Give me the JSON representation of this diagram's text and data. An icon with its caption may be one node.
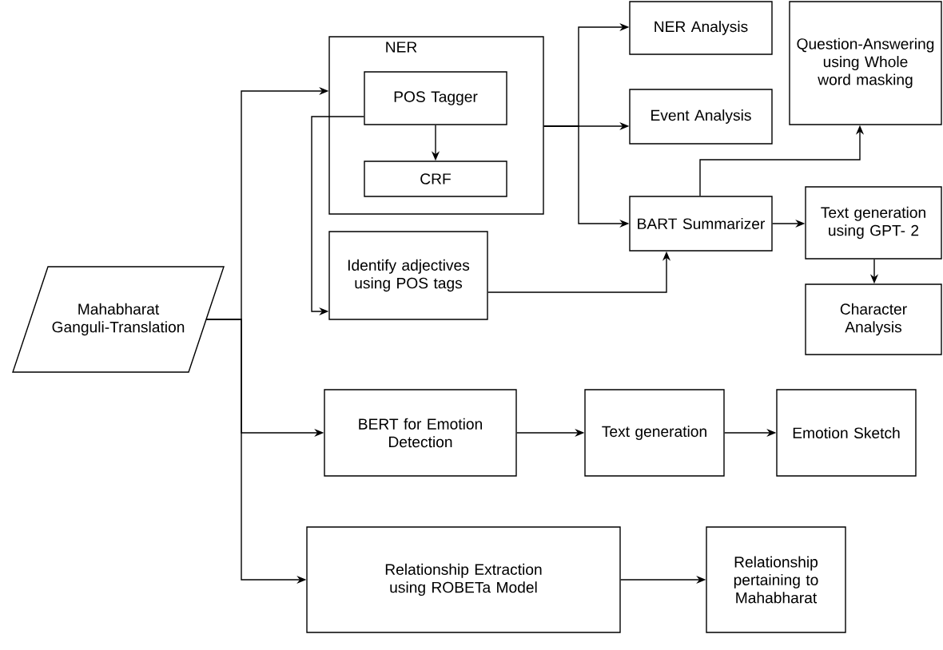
{
  "diagram": {
    "nodes": [
      {
        "text": [
          "Mahabharat Ganguli-Translation"
        ]
      },
      {
        "text": [
          "NER"
        ]
      },
      {
        "text": [
          "POS Tagger"
        ],
        "in": 1
      },
      {
        "text": [
          "CRF"
        ],
        "in": 1
      },
      {
        "text": [
          "Identify adjectives using POS tags"
        ]
      },
      {
        "text": [
          "NER Analysis"
        ]
      },
      {
        "text": [
          "Event Analysis"
        ]
      },
      {
        "text": [
          "BART Summarizer"
        ]
      },
      {
        "text": [
          "Question-Answering using Whole word masking"
        ]
      },
      {
        "text": [
          "Text generation using GPT- 2"
        ]
      },
      {
        "text": [
          "Character Analysis"
        ]
      },
      {
        "text": [
          "BERT for Emotion Detection"
        ]
      },
      {
        "text": [
          "Text generation"
        ]
      },
      {
        "text": [
          "Emotion Sketch"
        ]
      },
      {
        "text": [
          "Relationship Extraction using ROBETa Model"
        ]
      },
      {
        "text": [
          "Relationship pertaining to Mahabharat"
        ]
      }
    ],
    "edges": [
      {
        "from": 0,
        "to": 1,
        "arrow": "to"
      },
      {
        "from": 0,
        "to": 11,
        "arrow": "to"
      },
      {
        "from": 0,
        "to": 14,
        "arrow": "to"
      },
      {
        "from": 2,
        "to": 3,
        "arrow": "to"
      },
      {
        "from": 2,
        "to": 4,
        "arrow": "to"
      },
      {
        "from": 1,
        "to": 5,
        "arrow": "to"
      },
      {
        "from": 1,
        "to": 6,
        "arrow": "to"
      },
      {
        "from": 1,
        "to": 7,
        "arrow": "to"
      },
      {
        "from": 4,
        "to": 7,
        "arrow": "to"
      },
      {
        "from": 7,
        "to": 8,
        "arrow": "to"
      },
      {
        "from": 7,
        "to": 9,
        "arrow": "to"
      },
      {
        "from": 9,
        "to": 10,
        "arrow": "to"
      },
      {
        "from": 11,
        "to": 12,
        "arrow": "to"
      },
      {
        "from": 12,
        "to": 13,
        "arrow": "to"
      },
      {
        "from": 14,
        "to": 15,
        "arrow": "to"
      }
    ]
  }
}
